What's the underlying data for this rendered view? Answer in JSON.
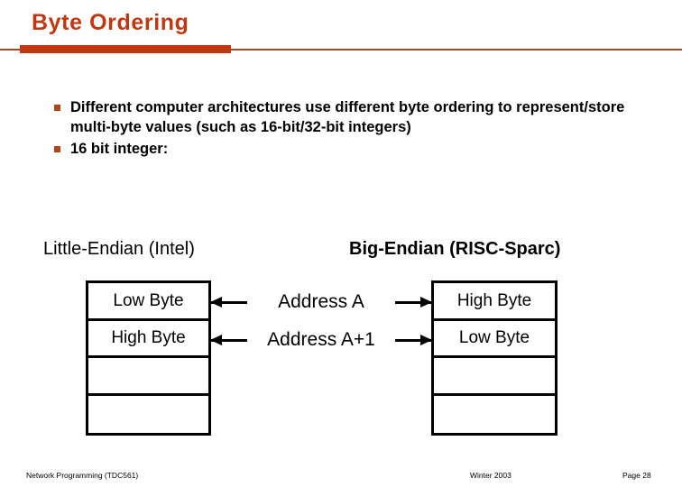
{
  "slide": {
    "title": "Byte Ordering",
    "title_color": "#C0380F",
    "rule_color": "#9B4A23",
    "bullet_marker_color": "#B4431B",
    "background": "#ffffff"
  },
  "bullets": [
    {
      "marker": "square-bullet",
      "text": "Different computer architectures use different byte ordering to represent/store multi-byte values (such as 16-bit/32-bit integers)"
    },
    {
      "marker": "square-bullet",
      "text": "16 bit integer:"
    }
  ],
  "diagram": {
    "left_caption": "Little-Endian (Intel)",
    "right_caption": "Big-Endian (RISC-Sparc)",
    "left_table": {
      "cells": [
        "Low Byte",
        "High Byte",
        "",
        ""
      ]
    },
    "right_table": {
      "cells": [
        "High Byte",
        "Low Byte",
        "",
        ""
      ]
    },
    "address_rows": [
      {
        "label": "Address A",
        "left_arrow": "arrow-left-icon",
        "right_arrow": "arrow-right-icon"
      },
      {
        "label": "Address A+1",
        "left_arrow": "arrow-left-icon",
        "right_arrow": "arrow-right-icon"
      }
    ]
  },
  "footer": {
    "left": "Network Programming (TDC561)",
    "center": "Winter 2003",
    "right": "Page 28"
  }
}
